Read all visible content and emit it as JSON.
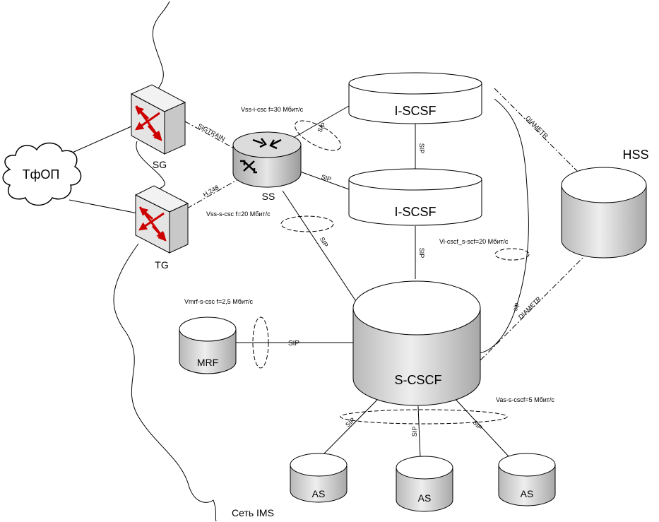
{
  "nodes": {
    "pstn": "ТфОП",
    "sg": "SG",
    "tg": "TG",
    "ss": "SS",
    "iscsf_top": "I-SCSF",
    "iscsf_mid": "I-SCSF",
    "hss": "HSS",
    "mrf": "MRF",
    "scscf": "S-CSCF",
    "as1": "AS",
    "as2": "AS",
    "as3": "AS"
  },
  "links": {
    "sigtrain": "SIGTRAIN",
    "h248": "H.248",
    "ss_iscsf_top": "SIP",
    "ss_iscsf_mid": "SIP",
    "ss_scscf": "SIP",
    "iscsf_iscsf": "SIP",
    "iscsf_scscf": "SIP",
    "mrf_scscf": "SIP",
    "diametr_top": "DIAMETR",
    "diametr_bottom": "DIAMETR",
    "sip_loop": "sip",
    "as1": "SIP",
    "as2": "SIP",
    "as3": "SIP"
  },
  "annotations": {
    "vss_icscf": "Vss-i-csc f=30 Мбит/с",
    "vss_scscf": "Vss-s-csc f=20 Мбит/с",
    "vi_cscf": "Vi-cscf_s-scf=20 Мбит/с",
    "vmrf": "Vmrf-s-csc f=2,5 Мбит/с",
    "vas": "Vas-s-cscf=5 Мбит/с"
  },
  "network_label": "Сеть IMS",
  "colors": {
    "line": "#000000",
    "cylinder_side": "#d4d4d4",
    "cylinder_top": "#ffffff",
    "switch_face": "#eeeeee",
    "arrow_red": "#cc0000"
  }
}
